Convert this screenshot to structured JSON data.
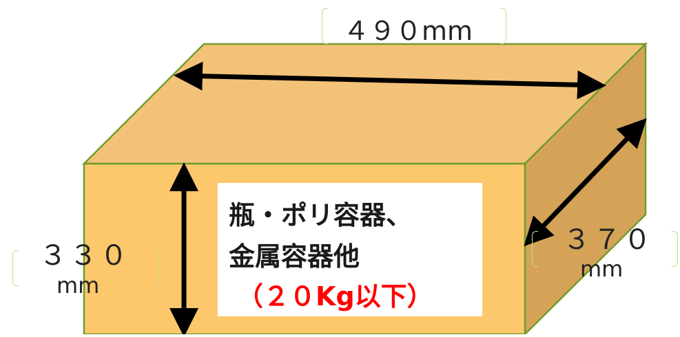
{
  "diagram": {
    "width_label": "４９０mm",
    "height_label_top": "３３０",
    "height_label_bottom": "mm",
    "depth_label_top": "３７０",
    "depth_label_bottom": "mm",
    "content_line1": "瓶・ポリ容器、",
    "content_line2": "金属容器他",
    "weight_limit": "（２０Kg以下）"
  },
  "colors": {
    "box_top": "#f3c279",
    "box_front": "#fdc86b",
    "box_side": "#d4a358",
    "box_edge": "#6f9c2b",
    "arrow": "#000000",
    "bracket": "#c9d98f",
    "weight_text": "#ff0000"
  }
}
